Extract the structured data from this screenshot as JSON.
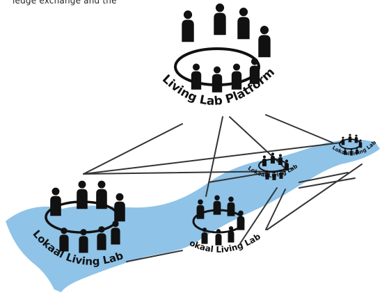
{
  "top_caption": "ledge exchange and the",
  "platform": {
    "label": "Living Lab Platform"
  },
  "labs": [
    {
      "label": "Lokaal Living Lab"
    },
    {
      "label": "Lokaal Living Lab"
    },
    {
      "label": "Lokaal Living Lab"
    },
    {
      "label": "Lokaal living Lab"
    }
  ],
  "colors": {
    "river": "#8fc3e8",
    "figures": "#111111",
    "lines": "#333333"
  }
}
